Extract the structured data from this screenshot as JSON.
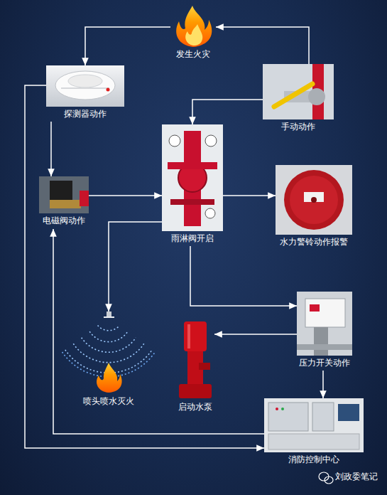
{
  "diagram": {
    "nodes": [
      {
        "text": [
          "发生火灾"
        ]
      },
      {
        "text": [
          "探测器动作"
        ]
      },
      {
        "text": [
          "手动动作"
        ]
      },
      {
        "text": [
          "雨淋阀开启"
        ]
      },
      {
        "text": [
          "电磁阀动作"
        ]
      },
      {
        "text": [
          "水力警铃动作报警"
        ]
      },
      {
        "text": [
          "喷头喷水灭火"
        ]
      },
      {
        "text": [
          "启动水泵"
        ]
      },
      {
        "text": [
          "压力开关动作"
        ]
      },
      {
        "text": [
          "消防控制中心"
        ]
      }
    ],
    "edges": [
      {
        "from": 0,
        "to": 1,
        "arrow": "to"
      },
      {
        "from": 2,
        "to": 0,
        "arrow": "to"
      },
      {
        "from": 1,
        "to": 4,
        "arrow": "to"
      },
      {
        "from": 1,
        "to": 9,
        "arrow": "to"
      },
      {
        "from": 2,
        "to": 3,
        "arrow": "to"
      },
      {
        "from": 4,
        "to": 3,
        "arrow": "to"
      },
      {
        "from": 3,
        "to": 5,
        "arrow": "to"
      },
      {
        "from": 3,
        "to": 6,
        "arrow": "to"
      },
      {
        "from": 3,
        "to": 8,
        "arrow": "to"
      },
      {
        "from": 8,
        "to": 7,
        "arrow": "to"
      },
      {
        "from": 8,
        "to": 9,
        "arrow": "to"
      },
      {
        "from": 9,
        "to": 4,
        "arrow": "to"
      }
    ],
    "labels": [
      "刘政委笔记"
    ]
  }
}
